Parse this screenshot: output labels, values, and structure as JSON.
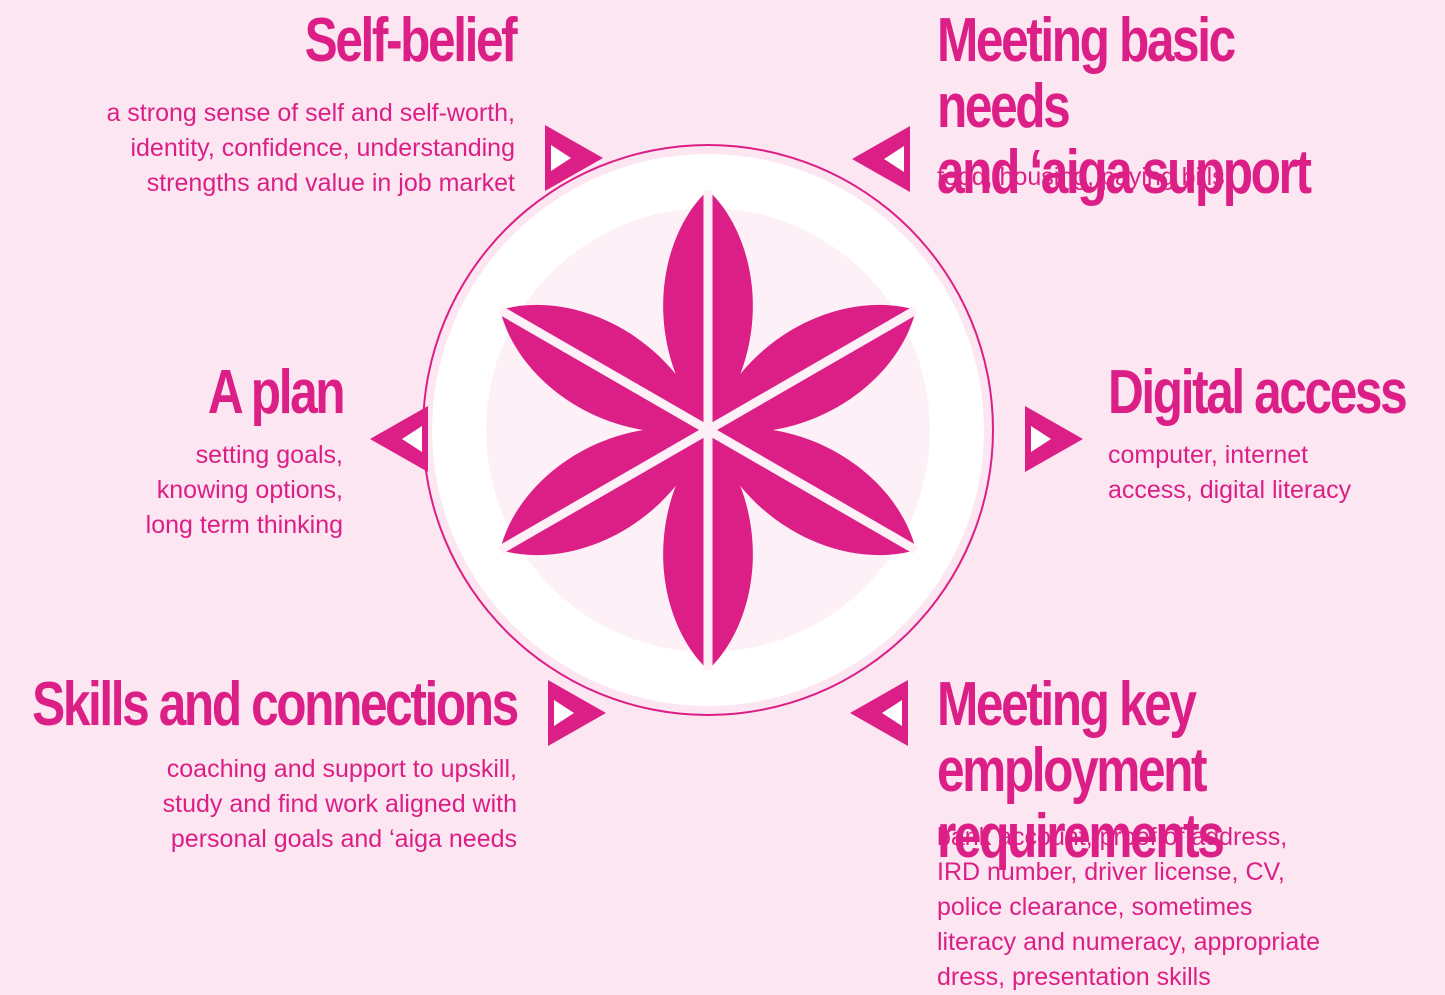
{
  "colors": {
    "accent": "#dc1f86",
    "background": "#fbe6f1",
    "inner_ring": "#fdf1f7",
    "white": "#ffffff"
  },
  "segments": {
    "self_belief": {
      "title": "Self-belief",
      "description": "a strong sense of self and self-worth,\nidentity, confidence, understanding\nstrengths and value in job market"
    },
    "basic_needs": {
      "title": "Meeting basic needs\nand ‘aiga support",
      "description": "food, housing, paying bills"
    },
    "a_plan": {
      "title": "A plan",
      "description": "setting goals,\nknowing options,\nlong term thinking"
    },
    "digital_access": {
      "title": "Digital access",
      "description": "computer, internet\naccess, digital literacy"
    },
    "skills_connections": {
      "title": "Skills and connections",
      "description": "coaching and support to upskill,\nstudy and find work aligned with\npersonal goals and ‘aiga needs"
    },
    "employment_requirements": {
      "title": "Meeting key employment\nrequirements",
      "description": "bank account, proof of address,\nIRD number, driver license, CV,\npolice clearance, sometimes\nliteracy and numeracy, appropriate\ndress, presentation skills"
    }
  },
  "icons": {
    "center": "six-petal-flower-icon",
    "pointer": "triangle-arrow-icon"
  }
}
